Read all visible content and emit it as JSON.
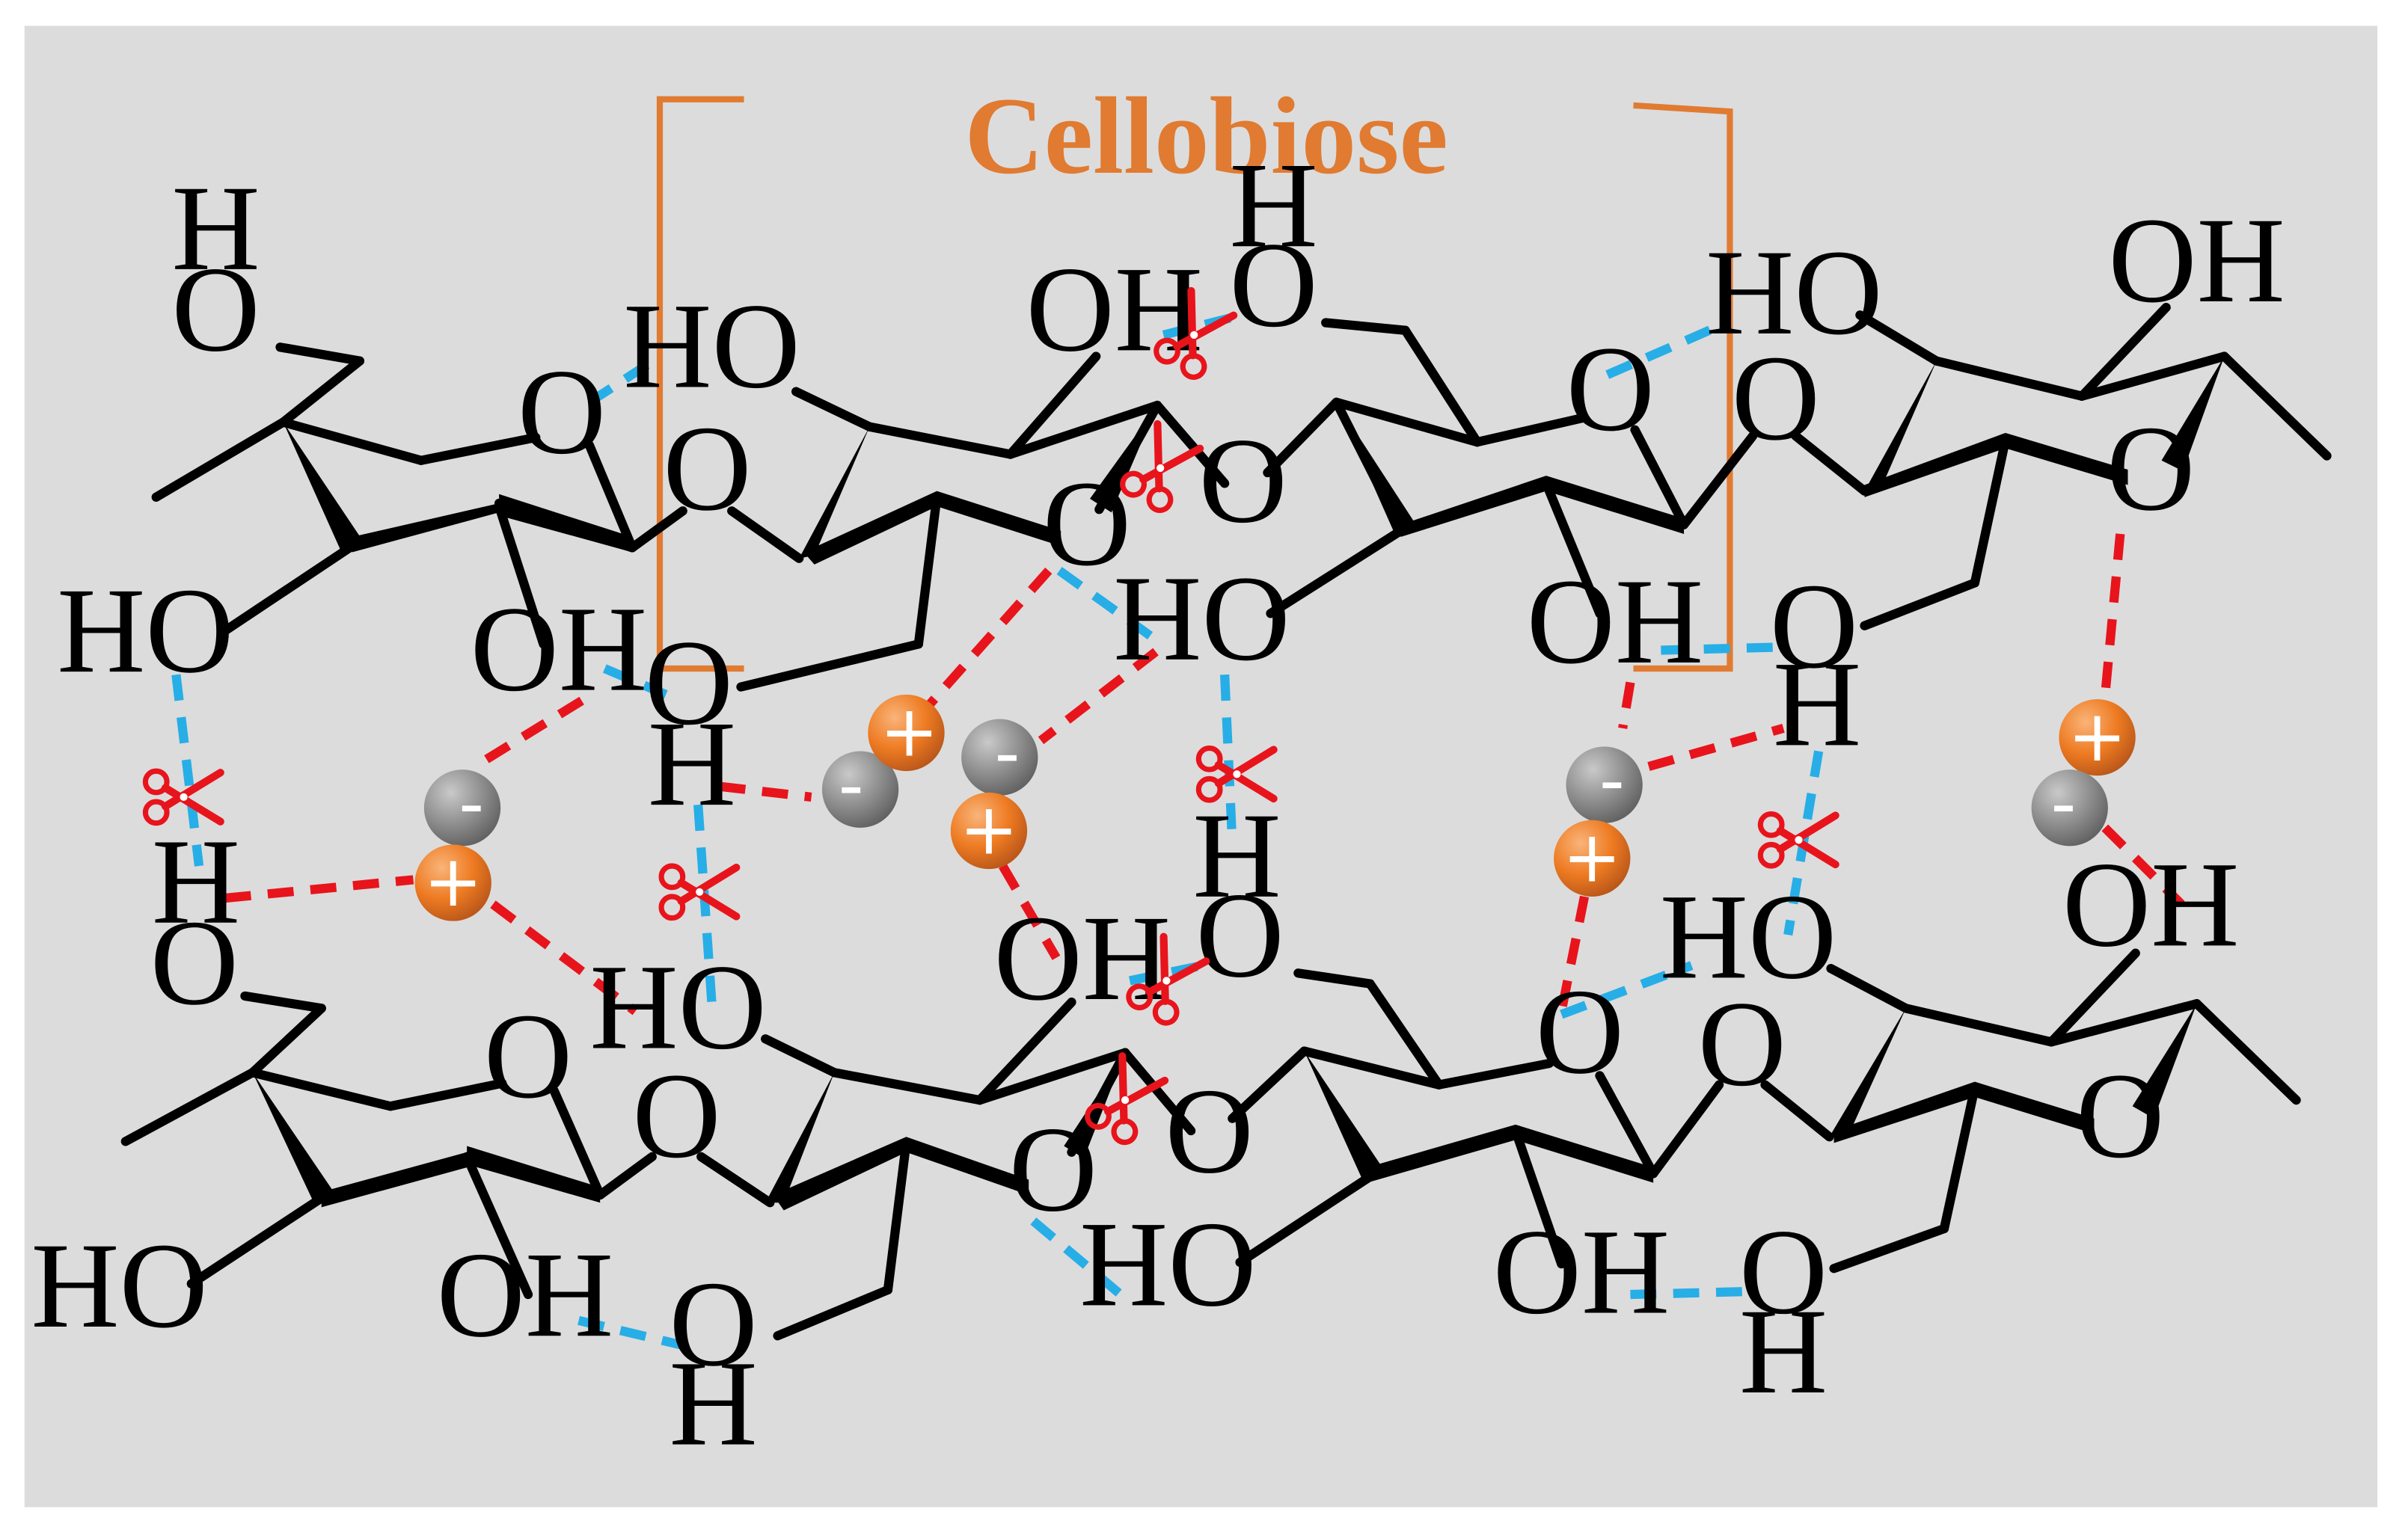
{
  "title": "Cellobiose",
  "atoms": {
    "H": "H",
    "O": "O",
    "OH": "OH",
    "HO": "HO"
  },
  "colors": {
    "background": "#dcdcdc",
    "bracket": "#e07b31",
    "title": "#e07b31",
    "hydrogen_bond": "#27aee6",
    "ionic_interaction": "#e8141c",
    "cation": "#ef7c22",
    "anion": "#8e8e8e",
    "scissors": "#e8141c"
  },
  "ions": {
    "cation_symbol": "+",
    "anion_symbol": "-"
  },
  "icons": {
    "scissors": "scissors-icon",
    "cation": "cation-sphere",
    "anion": "anion-sphere"
  }
}
